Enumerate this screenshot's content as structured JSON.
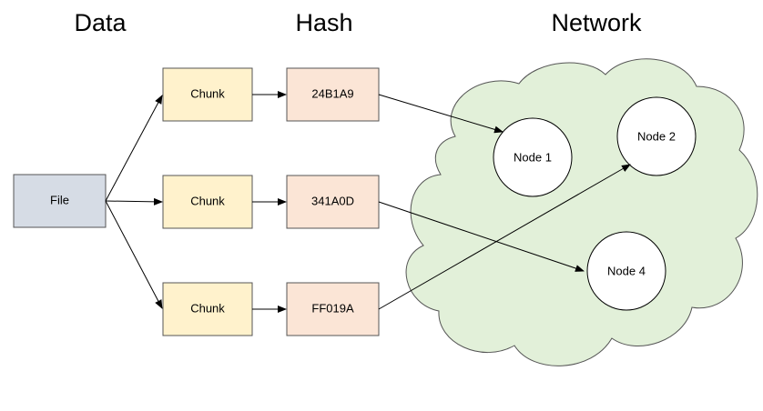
{
  "headings": {
    "data": "Data",
    "hash": "Hash",
    "network": "Network"
  },
  "file": {
    "label": "File",
    "fill": "#d6dce5"
  },
  "chunks": [
    {
      "label": "Chunk"
    },
    {
      "label": "Chunk"
    },
    {
      "label": "Chunk"
    }
  ],
  "hashes": [
    {
      "label": "24B1A9"
    },
    {
      "label": "341A0D"
    },
    {
      "label": "FF019A"
    }
  ],
  "nodes": [
    {
      "label": "Node 1"
    },
    {
      "label": "Node 2"
    },
    {
      "label": "Node 4"
    }
  ],
  "colors": {
    "chunk_fill": "#fff2cc",
    "hash_fill": "#fbe5d6",
    "cloud_fill": "#e2f0d9",
    "node_fill": "#ffffff",
    "line": "#000000"
  }
}
